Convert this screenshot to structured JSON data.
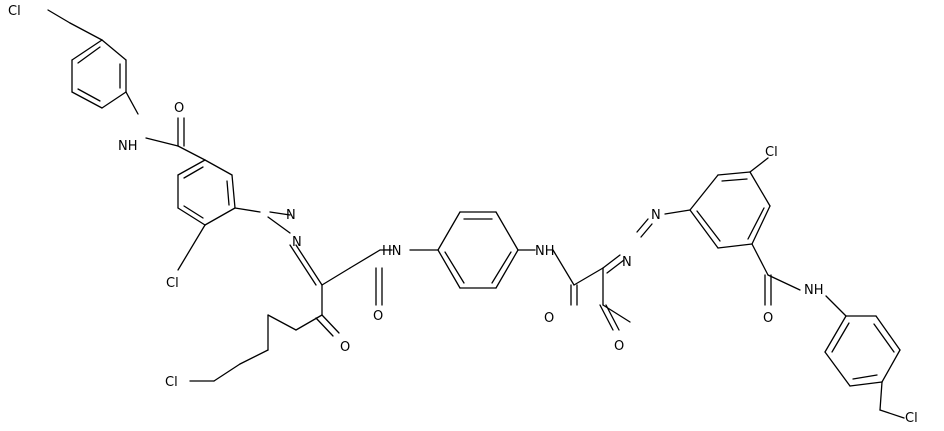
{
  "molecule": {
    "atom_labels": {
      "cl_top_left": "Cl",
      "nh_amide_left": "NH",
      "o_amide_left": "O",
      "n_azo_left_1": "N",
      "n_azo_left_2": "N",
      "cl_ring_left": "Cl",
      "o_ketone_left": "O",
      "cl_chain_bottom": "Cl",
      "o_amide_center_left": "O",
      "hn_center_left": "HN",
      "nh_center_right": "NH",
      "o_amide_center_right": "O",
      "n_azo_right_1": "N",
      "n_azo_right_2": "N",
      "o_ketone_right": "O",
      "cl_ring_right": "Cl",
      "o_amide_right": "O",
      "nh_amide_right": "NH",
      "cl_bottom_right": "Cl"
    }
  }
}
